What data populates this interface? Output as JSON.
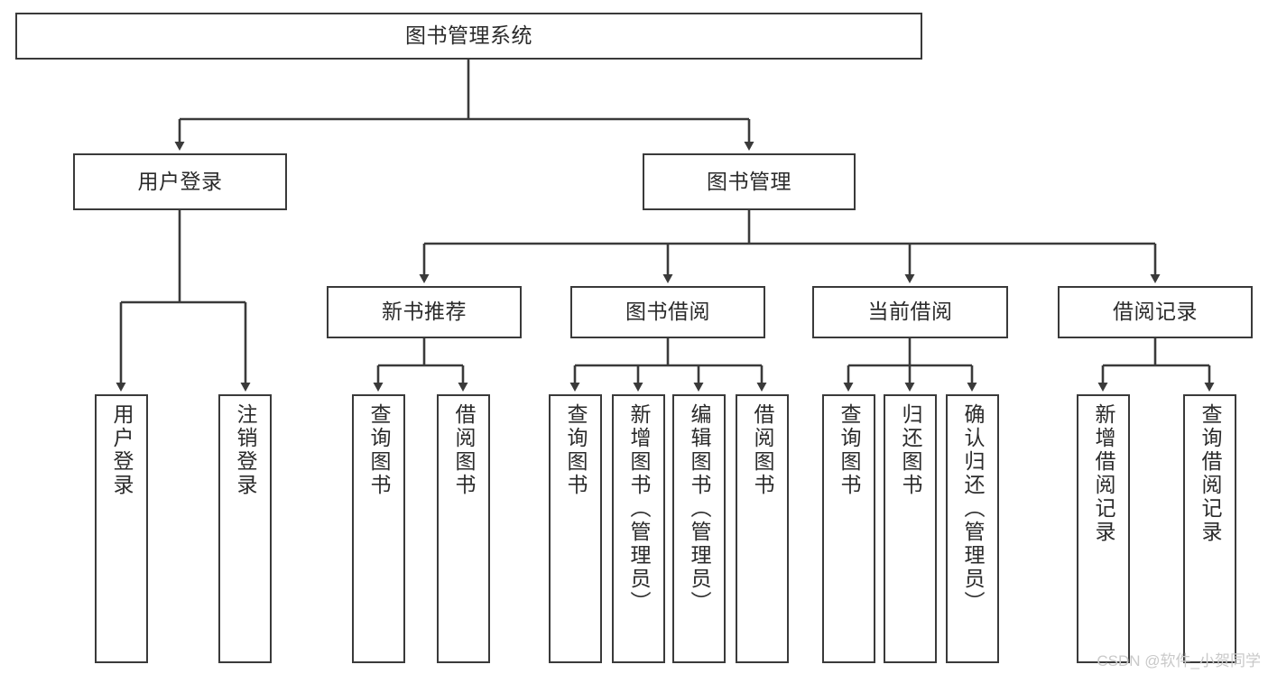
{
  "diagram": {
    "title": "图书管理系统",
    "type": "功能结构图",
    "colors": {
      "stroke": "#3a3a3a",
      "fill": "#ffffff",
      "text": "#2b2b2b",
      "watermark": "#c9c9c9"
    }
  },
  "nodes": {
    "root": {
      "label": "图书管理系统"
    },
    "level2": [
      {
        "id": "user-login",
        "label": "用户登录"
      },
      {
        "id": "book-management",
        "label": "图书管理"
      }
    ],
    "level3": [
      {
        "id": "new-book-recommend",
        "label": "新书推荐"
      },
      {
        "id": "book-borrow",
        "label": "图书借阅"
      },
      {
        "id": "current-borrow",
        "label": "当前借阅"
      },
      {
        "id": "borrow-record",
        "label": "借阅记录"
      }
    ],
    "leaves": {
      "user-login": [
        {
          "id": "leaf-user-login",
          "label": "用户登录"
        },
        {
          "id": "leaf-logout-login",
          "label": "注销登录"
        }
      ],
      "new-book-recommend": [
        {
          "id": "leaf-query-book-1",
          "label": "查询图书"
        },
        {
          "id": "leaf-borrow-book-1",
          "label": "借阅图书"
        }
      ],
      "book-borrow": [
        {
          "id": "leaf-query-book-2",
          "label": "查询图书"
        },
        {
          "id": "leaf-add-book",
          "label": "新增图书（管理员）"
        },
        {
          "id": "leaf-edit-book",
          "label": "编辑图书（管理员）"
        },
        {
          "id": "leaf-borrow-book-2",
          "label": "借阅图书"
        }
      ],
      "current-borrow": [
        {
          "id": "leaf-query-book-3",
          "label": "查询图书"
        },
        {
          "id": "leaf-return-book",
          "label": "归还图书"
        },
        {
          "id": "leaf-confirm-return",
          "label": "确认归还（管理员）"
        }
      ],
      "borrow-record": [
        {
          "id": "leaf-add-record",
          "label": "新增借阅记录"
        },
        {
          "id": "leaf-query-record",
          "label": "查询借阅记录"
        }
      ]
    }
  },
  "watermark": {
    "text": "CSDN @软件_小贺同学"
  }
}
